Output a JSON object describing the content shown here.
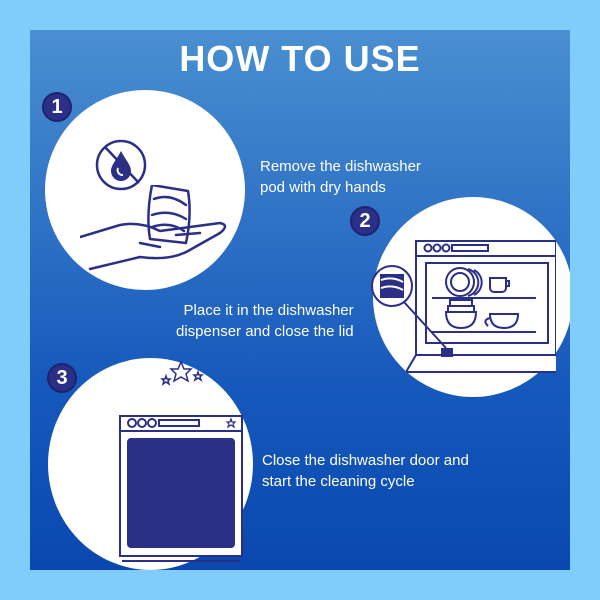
{
  "title": "HOW TO USE",
  "colors": {
    "outer_bg": "#80cdfc",
    "panel_top": "#4a8fd0",
    "panel_bottom": "#0a48b0",
    "icon_ink": "#2b2f86",
    "text": "#ffffff"
  },
  "steps": [
    {
      "number": "1",
      "text_line1": "Remove the dishwasher",
      "text_line2": "pod with dry hands",
      "icon": "hand-holding-pod-icon",
      "sub_icon": "no-water-icon"
    },
    {
      "number": "2",
      "text_line1": "Place it in the dishwasher",
      "text_line2": "dispenser and close the lid",
      "icon": "open-dishwasher-icon",
      "sub_icon": "pod-in-dispenser-icon"
    },
    {
      "number": "3",
      "text_line1": "Close the dishwasher door and",
      "text_line2": "start the cleaning cycle",
      "icon": "closed-dishwasher-icon",
      "sub_icon": "sparkle-stars-icon"
    }
  ]
}
